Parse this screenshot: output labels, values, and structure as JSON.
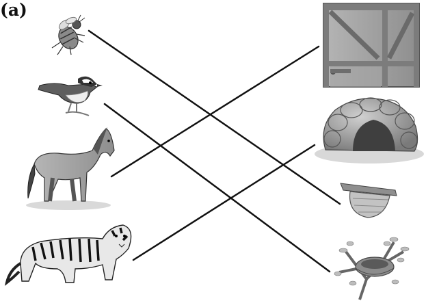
{
  "label": "(a)",
  "left_items": [
    {
      "icon": "bee-icon"
    },
    {
      "icon": "bird-icon"
    },
    {
      "icon": "horse-icon"
    },
    {
      "icon": "tiger-icon"
    }
  ],
  "right_items": [
    {
      "icon": "stable-door-icon"
    },
    {
      "icon": "cave-icon"
    },
    {
      "icon": "beehive-icon"
    },
    {
      "icon": "nest-icon"
    }
  ],
  "matches": [
    {
      "from": "bee",
      "to": "beehive"
    },
    {
      "from": "bird",
      "to": "nest"
    },
    {
      "from": "horse",
      "to": "stable"
    },
    {
      "from": "tiger",
      "to": "cave"
    }
  ],
  "colors": {
    "line": "#111111",
    "grey": "#9a9a9a",
    "dark": "#444444"
  }
}
